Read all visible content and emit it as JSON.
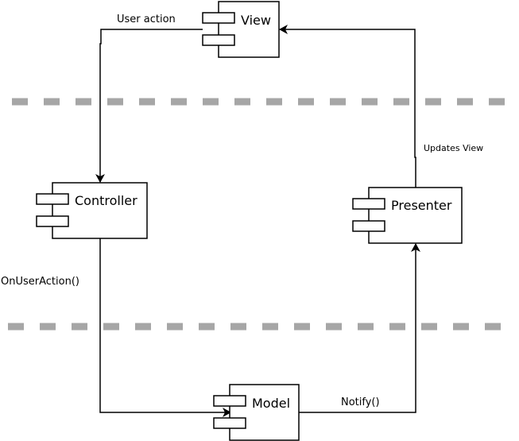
{
  "diagram": {
    "nodes": {
      "view": {
        "label": "View"
      },
      "controller": {
        "label": "Controller"
      },
      "presenter": {
        "label": "Presenter"
      },
      "model": {
        "label": "Model"
      }
    },
    "edges": {
      "user_action": {
        "label": "User action",
        "from": "view",
        "to": "controller"
      },
      "on_user_action": {
        "label": "OnUserAction()",
        "from": "controller",
        "to": "model"
      },
      "notify": {
        "label": "Notify()",
        "from": "model",
        "to": "presenter"
      },
      "updates_view": {
        "label": "Updates View",
        "from": "presenter",
        "to": "view"
      }
    },
    "colors": {
      "stroke": "#000000",
      "separator": "#a6a6a6",
      "fill": "#ffffff"
    }
  }
}
